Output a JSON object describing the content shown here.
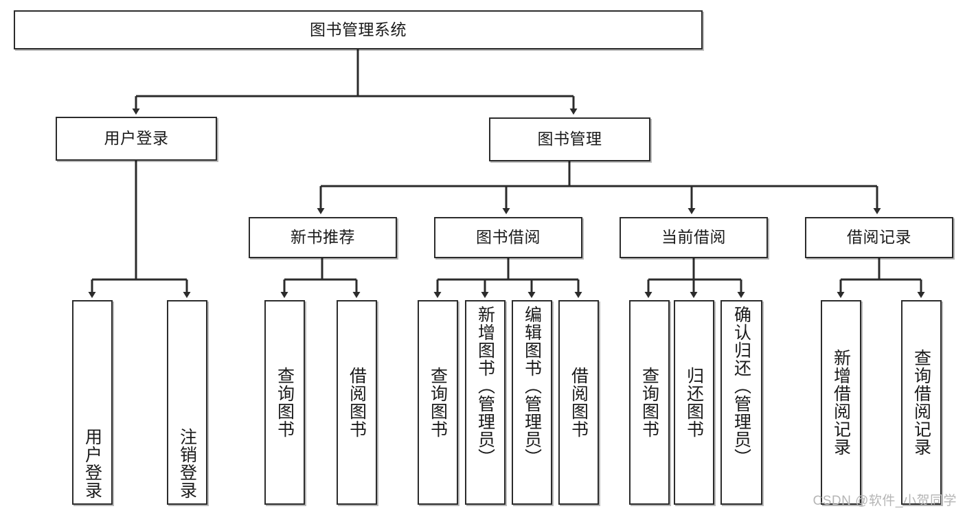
{
  "diagram": {
    "title": "图书管理系统",
    "type": "tree-hierarchy-chart",
    "watermark": "CSDN @软件_小贺同学",
    "colors": {
      "node_border": "#2b2b2b",
      "node_fill": "#ffffff",
      "link": "#2b2b2b",
      "text": "#1a1a1a",
      "watermark": "#b5b5b5"
    },
    "root": {
      "label": "图书管理系统"
    },
    "level2": [
      {
        "label": "用户登录"
      },
      {
        "label": "图书管理"
      }
    ],
    "level3": [
      {
        "label": "新书推荐"
      },
      {
        "label": "图书借阅"
      },
      {
        "label": "当前借阅"
      },
      {
        "label": "借阅记录"
      }
    ],
    "leaves": {
      "user_login": [
        {
          "label": "用户登录"
        },
        {
          "label": "注销登录"
        }
      ],
      "new_book_recommend": [
        {
          "label": "查询图书"
        },
        {
          "label": "借阅图书"
        }
      ],
      "book_borrow": [
        {
          "label": "查询图书"
        },
        {
          "label": "新增图书（管理员）"
        },
        {
          "label": "编辑图书（管理员）"
        },
        {
          "label": "借阅图书"
        }
      ],
      "current_borrow": [
        {
          "label": "查询图书"
        },
        {
          "label": "归还图书"
        },
        {
          "label": "确认归还（管理员）"
        }
      ],
      "borrow_record": [
        {
          "label": "新增借阅记录"
        },
        {
          "label": "查询借阅记录"
        }
      ]
    }
  }
}
